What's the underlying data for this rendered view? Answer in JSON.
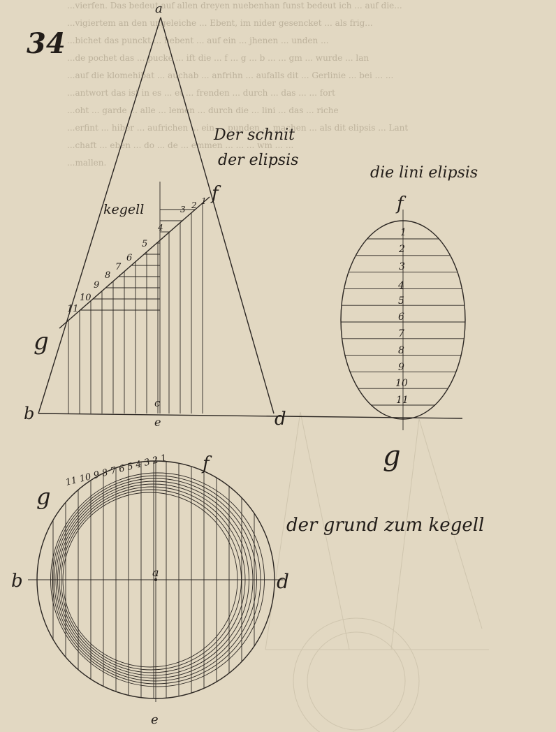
{
  "page": {
    "number": "34",
    "bleed_text": [
      "...vierfen. Das bedeut auf allen dreyen nuebenhan funst bedeut ich ... auf die...",
      "...vigiertem an den ungeleiche ... Ebent, im nider gesencket ... als frig...",
      "...bichet das punckt ... hebent ... auf ein ... jhenen ... unden ...",
      "...de pochet das ... pucke ... ift die ... f ... g ... b ... ... gm ... wurde ... lan",
      "...auf die klomehibat ... auchab ... anfrihn ... aufalls dit ... Gerlinie ... bei ... ...",
      "...antwort das ist in es ... et ... frenden ... durch ... das ... ... fort",
      "...oht ... garde ... alle ... lemen ... durch die ... lini ... das ... riche",
      "...erfint ... hiber ... aufrichen ... ein ... punden ... machen ... als dit elipsis ... Lant",
      "...chaft ... eben ... do ... de ... emmen ... ... ... wm ... ...",
      "...mallen."
    ]
  },
  "cone_figure": {
    "apex_label": "a",
    "base_left_label": "b",
    "base_right_label": "d",
    "axis_labels": [
      "c",
      "e"
    ],
    "cut_end_labels": [
      "f",
      "g"
    ],
    "kegel_label": "kegell",
    "section_title_line1": "Der schnit",
    "section_title_line2": "der elipsis",
    "cut_numbers": [
      "1",
      "2",
      "3",
      "4",
      "5",
      "6",
      "7",
      "8",
      "9",
      "10",
      "11"
    ]
  },
  "ellipse_figure": {
    "title": "die lini elipsis",
    "top_label": "f",
    "bottom_label": "g",
    "numbers": [
      "1",
      "2",
      "3",
      "4",
      "5",
      "6",
      "7",
      "8",
      "9",
      "10",
      "11"
    ]
  },
  "ground_figure": {
    "title": "der grund zum kegell",
    "center_label": "a",
    "left_label": "b",
    "right_label": "d",
    "bottom_label": "e",
    "top_left_label": "g",
    "top_right_label": "f",
    "arc_numbers": "11 10 9 8 7 6 5 4 3 2 1"
  },
  "colors": {
    "paper": "#e2d8c2",
    "ink": "#2b2622",
    "bleed": "#bdb29c"
  }
}
